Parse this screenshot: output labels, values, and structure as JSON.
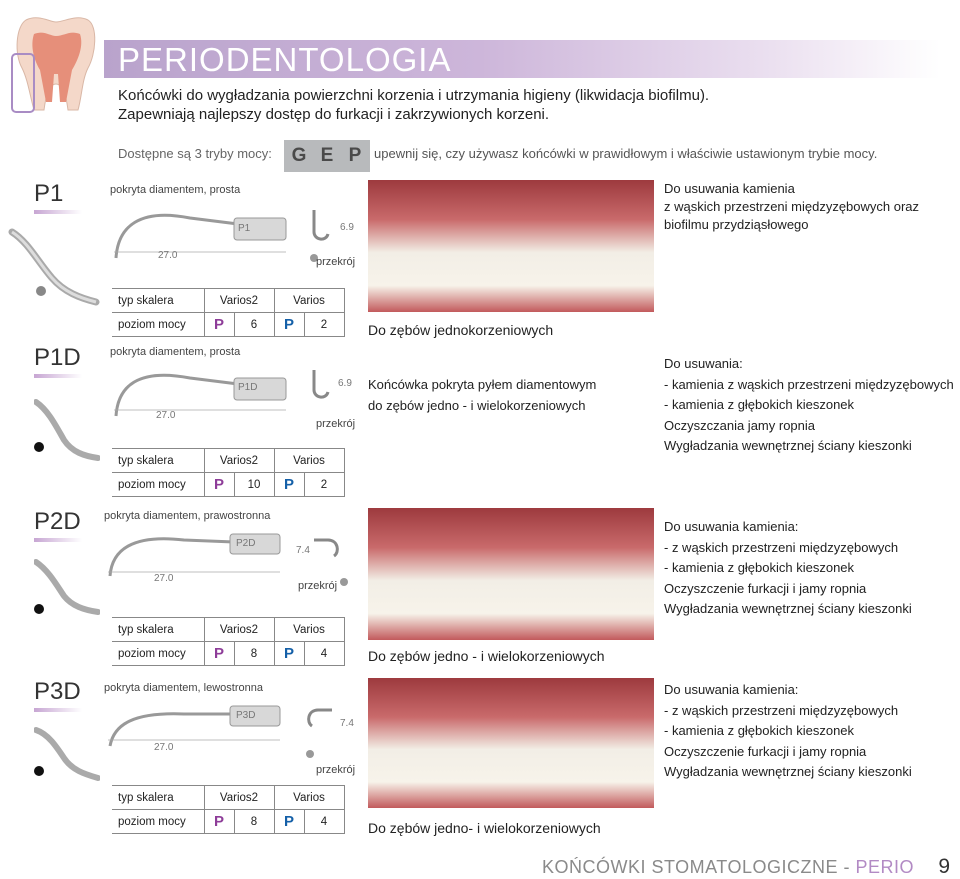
{
  "header": {
    "title": "PERIODENTOLOGIA",
    "intro_line1": "Końcówki do wygładzania powierzchni korzenia i utrzymania higieny (likwidacja biofilmu).",
    "intro_line2": "Zapewniają najlepszy dostęp do furkacji i zakrzywionych korzeni.",
    "modes_label": "Dostępne są 3 tryby mocy:",
    "modes": [
      "G",
      "E",
      "P"
    ],
    "modes_note": "upewnij się, czy używasz końcówki w prawidłowym i właściwie ustawionym trybie mocy."
  },
  "products": [
    {
      "code": "P1",
      "coating": "pokryta diamentem, prosta",
      "tip_label": "P1",
      "length": "27.0",
      "section_dim": "6.9",
      "section_label": "przekrój",
      "table": {
        "row1_label": "typ skalera",
        "col1": "Varios2",
        "col2": "Varios",
        "row2_label": "poziom mocy",
        "mode1": "P",
        "val1": "6",
        "mode2": "P",
        "val2": "2"
      },
      "desc_right": [
        "Do usuwania kamienia",
        "z wąskich przestrzeni międzyzębowych oraz",
        "biofilmu przydziąsłowego"
      ],
      "note_below_photo": "Do zębów jednokorzeniowych"
    },
    {
      "code": "P1D",
      "coating": "pokryta diamentem, prosta",
      "tip_label": "P1D",
      "length": "27.0",
      "section_dim": "6.9",
      "section_label": "przekrój",
      "table": {
        "row1_label": "typ skalera",
        "col1": "Varios2",
        "col2": "Varios",
        "row2_label": "poziom mocy",
        "mode1": "P",
        "val1": "10",
        "mode2": "P",
        "val2": "2"
      },
      "desc_middle": [
        "Końcówka pokryta pyłem diamentowym",
        "do zębów jedno - i wielokorzeniowych"
      ],
      "desc_right": [
        "Do usuwania:",
        "- kamienia z wąskich przestrzeni międzyzębowych",
        "- kamienia z głębokich kieszonek",
        "Oczyszczania jamy ropnia",
        "Wygładzania wewnętrznej ściany kieszonki"
      ]
    },
    {
      "code": "P2D",
      "coating": "pokryta diamentem, prawostronna",
      "tip_label": "P2D",
      "length": "27.0",
      "section_dim": "7.4",
      "section_label": "przekrój",
      "table": {
        "row1_label": "typ skalera",
        "col1": "Varios2",
        "col2": "Varios",
        "row2_label": "poziom mocy",
        "mode1": "P",
        "val1": "8",
        "mode2": "P",
        "val2": "4"
      },
      "desc_right": [
        "Do usuwania kamienia:",
        "- z wąskich przestrzeni międzyzębowych",
        "- kamienia z głębokich kieszonek",
        "Oczyszczenie furkacji i jamy ropnia",
        "Wygładzania wewnętrznej ściany kieszonki"
      ],
      "note_below_photo": "Do zębów jedno - i wielokorzeniowych"
    },
    {
      "code": "P3D",
      "coating": "pokryta diamentem, lewostronna",
      "tip_label": "P3D",
      "length": "27.0",
      "section_dim": "7.4",
      "section_label": "przekrój",
      "table": {
        "row1_label": "typ skalera",
        "col1": "Varios2",
        "col2": "Varios",
        "row2_label": "poziom mocy",
        "mode1": "P",
        "val1": "8",
        "mode2": "P",
        "val2": "4"
      },
      "desc_right": [
        "Do usuwania kamienia:",
        "- z wąskich przestrzeni międzyzębowych",
        "- kamienia z głębokich kieszonek",
        "Oczyszczenie furkacji i jamy ropnia",
        "Wygładzania wewnętrznej ściany kieszonki"
      ],
      "note_below_photo": "Do zębów jedno- i wielokorzeniowych"
    }
  ],
  "footer": {
    "text_main": "KOŃCÓWKI STOMATOLOGICZNE - ",
    "text_accent": "PERIO",
    "page_number": "9"
  },
  "colors": {
    "accent_purple": "#b28ac4",
    "mode_purple": "#8e3d99",
    "mode_blue": "#1560a8"
  }
}
